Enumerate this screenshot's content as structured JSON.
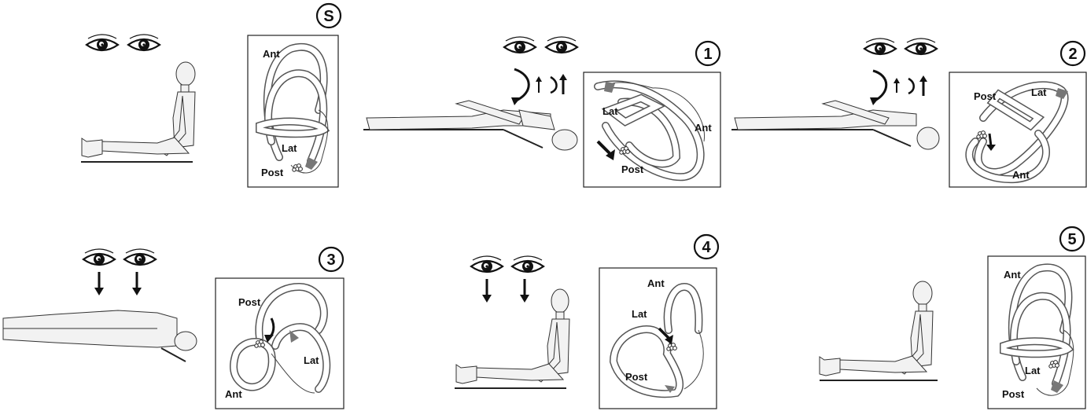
{
  "steps": [
    {
      "marker": "S",
      "labels": {
        "a": "Ant",
        "b": "Lat",
        "c": "Post"
      }
    },
    {
      "marker": "1",
      "labels": {
        "a": "Lat",
        "b": "Ant",
        "c": "Post"
      }
    },
    {
      "marker": "2",
      "labels": {
        "a": "Post",
        "b": "Lat",
        "c": "Ant"
      }
    },
    {
      "marker": "3",
      "labels": {
        "a": "Post",
        "b": "Lat",
        "c": "Ant"
      }
    },
    {
      "marker": "4",
      "labels": {
        "a": "Ant",
        "b": "Lat",
        "c": "Post"
      }
    },
    {
      "marker": "5",
      "labels": {
        "a": "Ant",
        "b": "Lat",
        "c": "Post"
      }
    }
  ],
  "icons": {
    "eye": "eye-icon",
    "head-turn": "curved-arrow-icon",
    "down": "down-arrow-icon",
    "otoconia": "otoconia-cluster",
    "cupula": "cupula-marker"
  },
  "colors": {
    "line": "#444444",
    "cupula": "#777777",
    "panel": "#ffffff"
  }
}
